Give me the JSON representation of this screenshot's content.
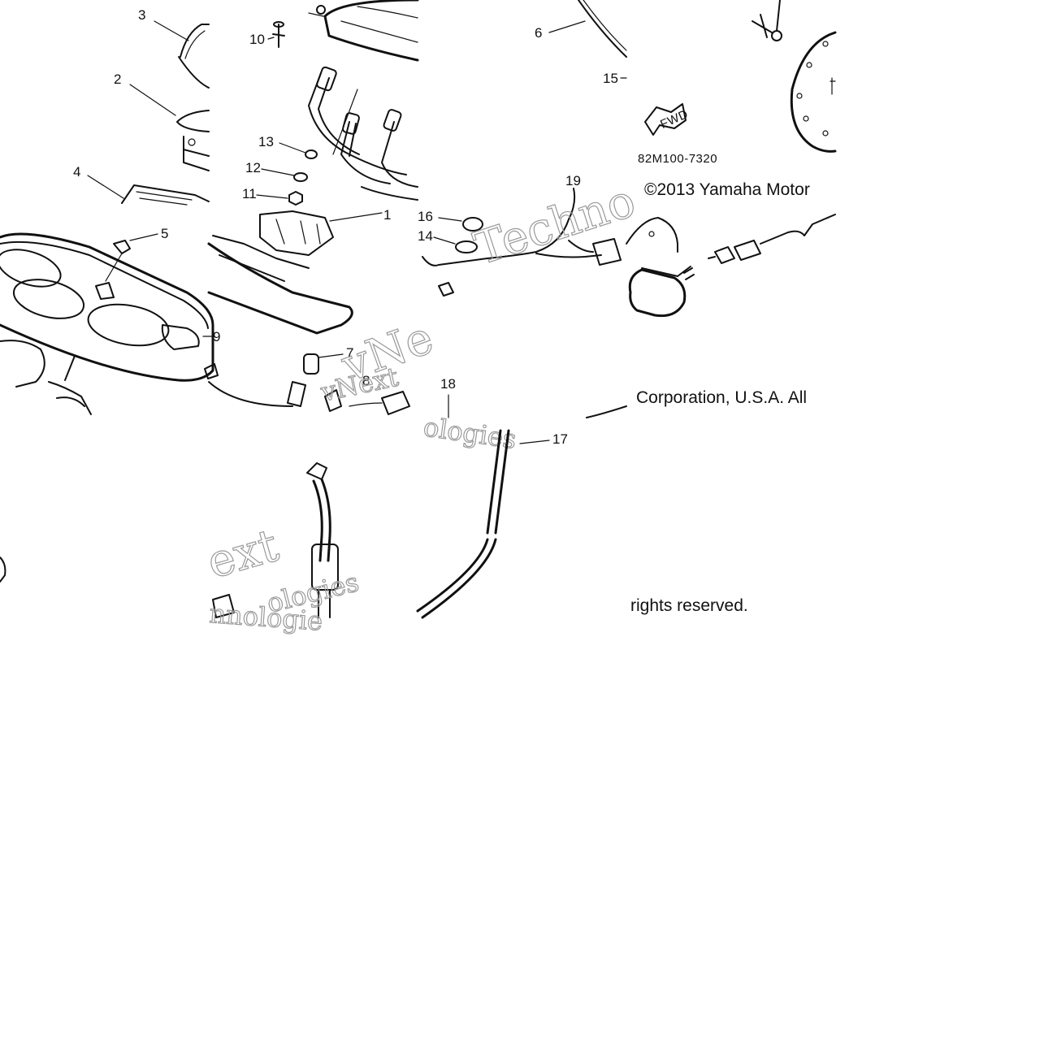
{
  "callouts": [
    "1",
    "2",
    "3",
    "4",
    "5",
    "6",
    "7",
    "8",
    "9",
    "10",
    "11",
    "12",
    "13",
    "14",
    "15",
    "16",
    "17",
    "18",
    "19"
  ],
  "part_code": "82M100-7320",
  "fwd_label": "FWD",
  "copyright": {
    "line1": "©2013 Yamaha Motor",
    "line2": "Corporation, U.S.A. All",
    "line3": "rights reserved."
  },
  "watermark": {
    "w1": "Techno",
    "w2": "vNe",
    "w3": "vNext",
    "w4": "ologies",
    "w5": "ext",
    "w6": "ologies",
    "w7": "nnologie"
  },
  "colors": {
    "line": "#111111",
    "watermark": "#9a9a9a",
    "background": "#ffffff"
  }
}
